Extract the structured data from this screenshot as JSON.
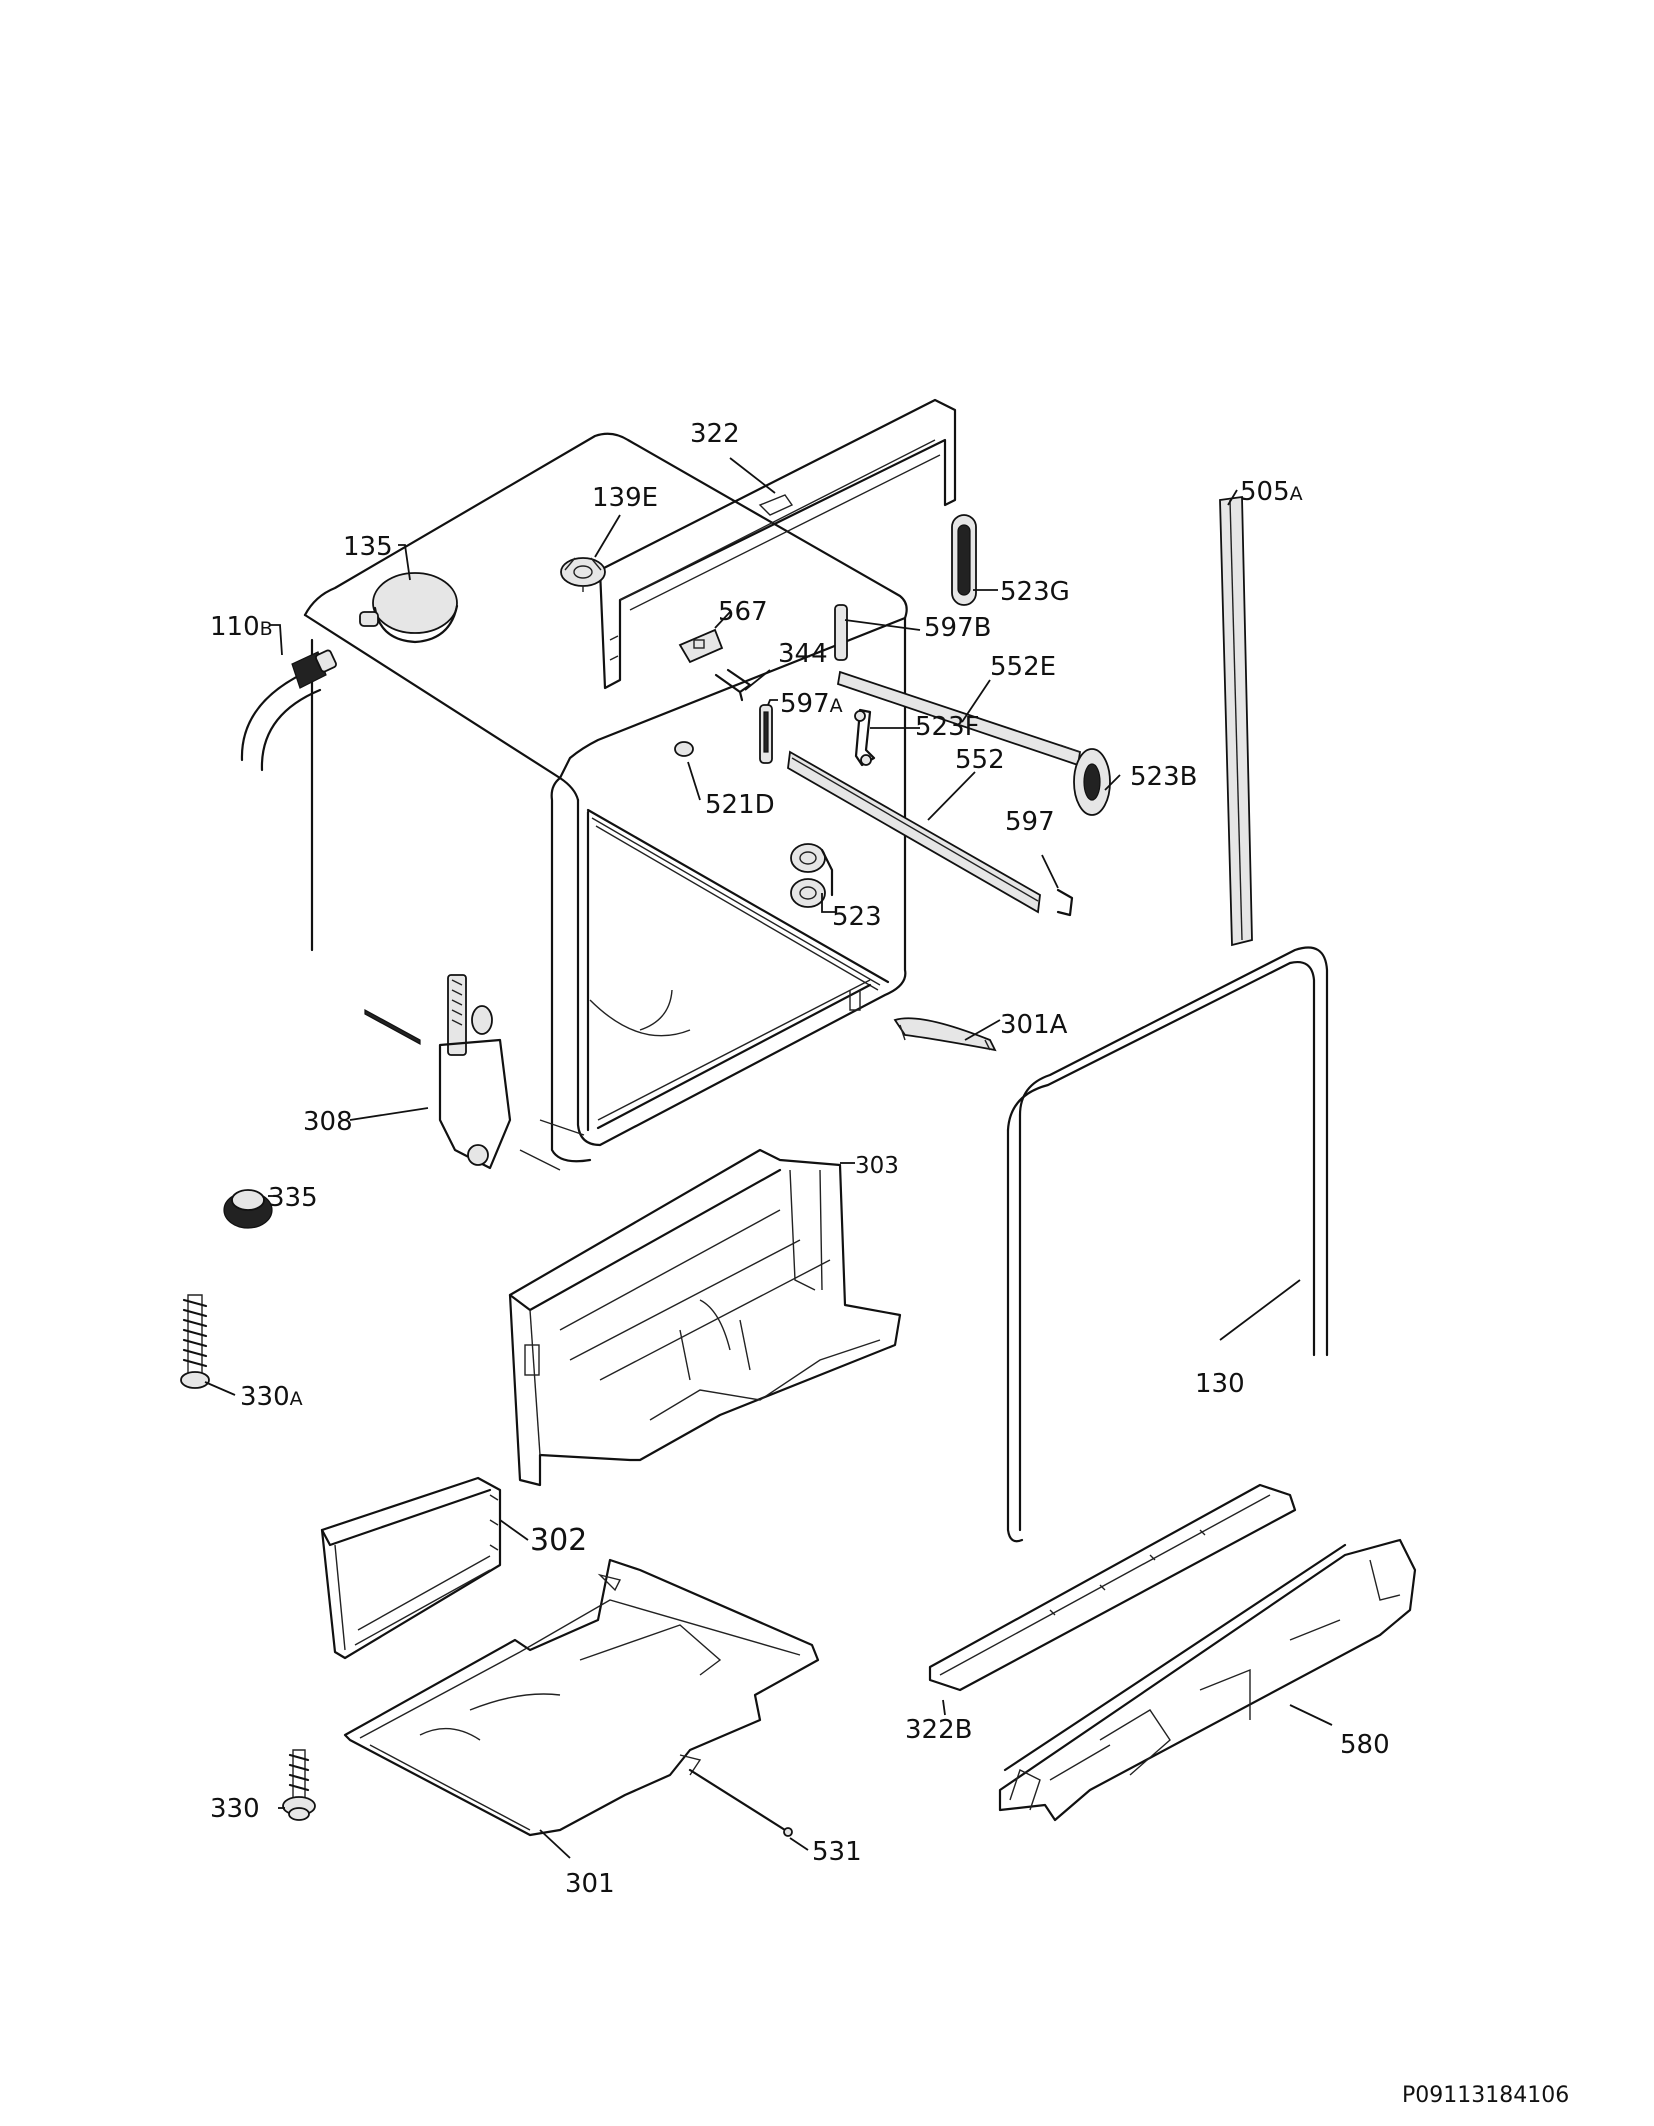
{
  "drawing": {
    "code": "P09113184106",
    "labels": {
      "l322": "322",
      "l139E": "139E",
      "l505": "505",
      "l505_sub": "A",
      "l135": "135",
      "l523G": "523G",
      "l110": "110",
      "l110_sub": "B",
      "l567": "567",
      "l597B": "597B",
      "l344": "344",
      "l552E": "552E",
      "l597": "597",
      "l597A_sub": "A",
      "l523F": "523F",
      "l552": "552",
      "l523B": "523B",
      "l521D": "521D",
      "l597plain": "597",
      "l523": "523",
      "l301A": "301A",
      "l308": "308",
      "l303": "303",
      "l335": "335",
      "l130": "130",
      "l330": "330",
      "l330A_sub": "A",
      "l302": "302",
      "l322B": "322B",
      "l580": "580",
      "l330plain": "330",
      "l531": "531",
      "l301": "301"
    }
  }
}
